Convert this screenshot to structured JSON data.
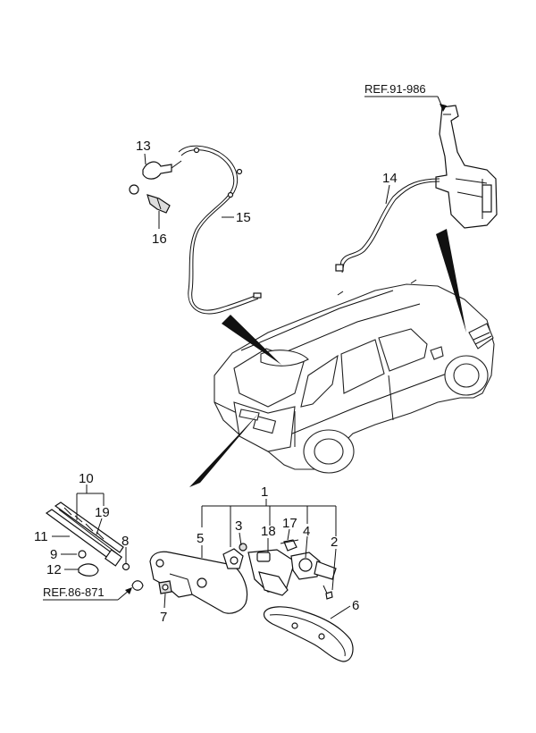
{
  "labels": {
    "n1": "1",
    "n2": "2",
    "n3": "3",
    "n4": "4",
    "n5": "5",
    "n6": "6",
    "n7": "7",
    "n8": "8",
    "n9": "9",
    "n10": "10",
    "n11": "11",
    "n12": "12",
    "n13": "13",
    "n14": "14",
    "n15": "15",
    "n16": "16",
    "n17": "17",
    "n18": "18",
    "n19": "19"
  },
  "refs": {
    "washer_reservoir": "REF.91-986",
    "wiper_arm": "REF.86-871"
  }
}
